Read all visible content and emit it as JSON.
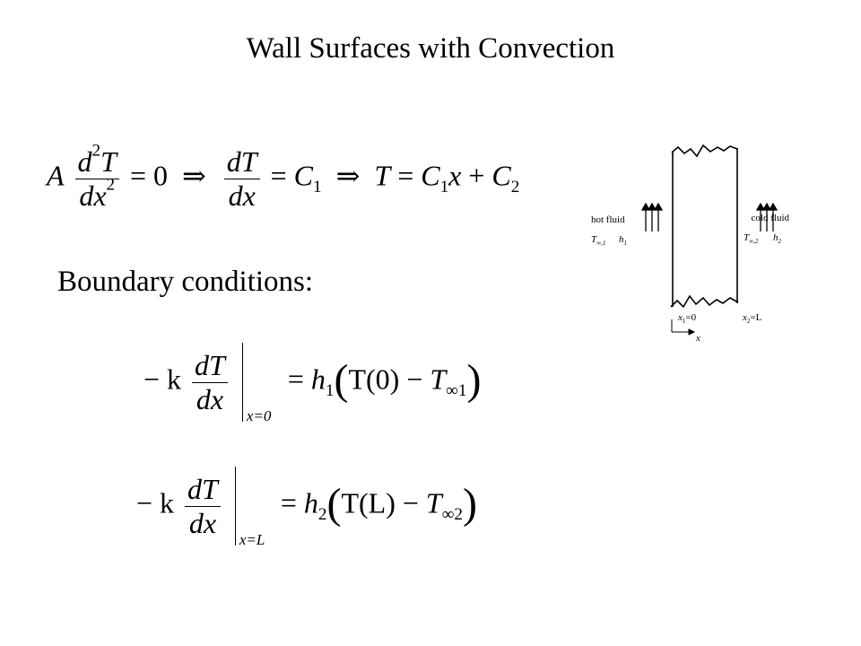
{
  "title": "Wall Surfaces with Convection",
  "boundary_label": "Boundary conditions:",
  "eq1": {
    "A": "A",
    "d2T": "d",
    "T": "T",
    "dx2": "dx",
    "eq_zero": "= 0",
    "implies": "⇒",
    "dT": "dT",
    "dx": "dx",
    "C1": "C",
    "one": "1",
    "T2": "T",
    "x": "x",
    "plus": "+",
    "C2": "C",
    "two": "2"
  },
  "bc1": {
    "minus_k": "− k",
    "dT": "dT",
    "dx": "dx",
    "eval": "x=0",
    "h": "h",
    "h_sub": "1",
    "T0": "T(0)",
    "minus": "−",
    "Tinf": "T",
    "inf_sub": "∞1"
  },
  "bc2": {
    "minus_k": "− k",
    "dT": "dT",
    "dx": "dx",
    "eval": "x=L",
    "h": "h",
    "h_sub": "2",
    "TL": "T(L)",
    "minus": "−",
    "Tinf": "T",
    "inf_sub": "∞2"
  },
  "diagram": {
    "hot_fluid": "hot fluid",
    "cold_fluid": "cold fluid",
    "T_inf1": "T",
    "T_inf1_sub": "∞,1",
    "h1": "h",
    "h1_sub": "1",
    "T_inf2": "T",
    "T_inf2_sub": "∞,2",
    "h2": "h",
    "h2_sub": "2",
    "x1_label": "x",
    "x1_rest": "=0",
    "x1_sub": "1",
    "x2_label": "x",
    "x2_rest": "=L",
    "x2_sub": "2",
    "x_axis": "x"
  }
}
